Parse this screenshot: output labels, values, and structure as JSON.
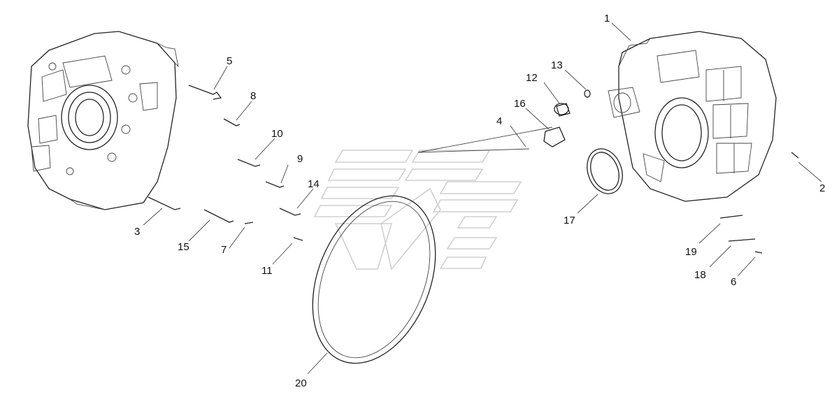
{
  "callouts": [
    {
      "id": "1",
      "label": "1"
    },
    {
      "id": "2",
      "label": "2"
    },
    {
      "id": "3",
      "label": "3"
    },
    {
      "id": "4",
      "label": "4"
    },
    {
      "id": "5",
      "label": "5"
    },
    {
      "id": "6",
      "label": "6"
    },
    {
      "id": "7",
      "label": "7"
    },
    {
      "id": "8",
      "label": "8"
    },
    {
      "id": "9",
      "label": "9"
    },
    {
      "id": "10",
      "label": "10"
    },
    {
      "id": "11",
      "label": "11"
    },
    {
      "id": "12",
      "label": "12"
    },
    {
      "id": "13",
      "label": "13"
    },
    {
      "id": "14",
      "label": "14"
    },
    {
      "id": "15",
      "label": "15"
    },
    {
      "id": "16",
      "label": "16"
    },
    {
      "id": "17",
      "label": "17"
    },
    {
      "id": "18",
      "label": "18"
    },
    {
      "id": "19",
      "label": "19"
    },
    {
      "id": "20",
      "label": "20"
    }
  ],
  "colors": {
    "line": "#222222",
    "background": "#ffffff",
    "watermark": "#cfcfcf"
  }
}
